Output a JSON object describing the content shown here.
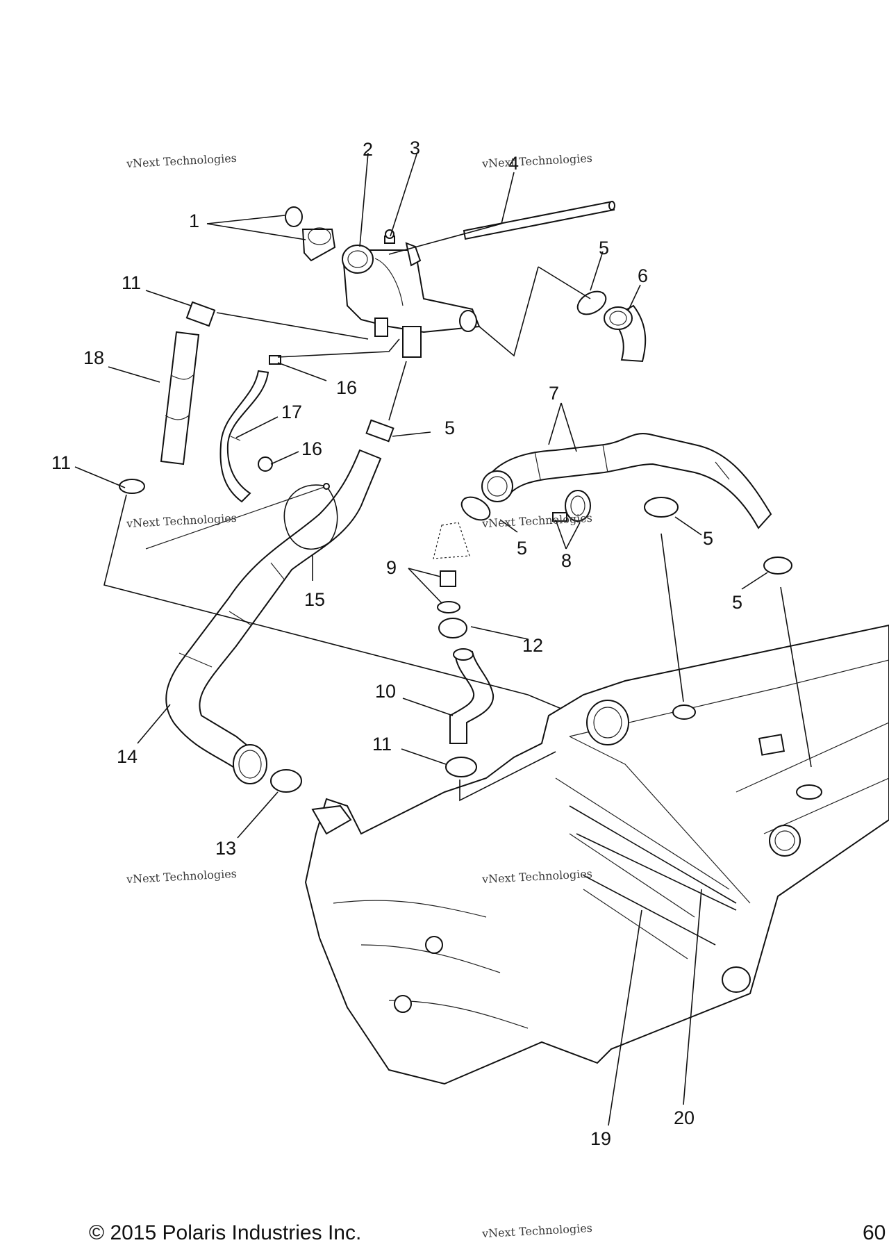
{
  "labels": [
    {
      "id": "1",
      "text": "1"
    },
    {
      "id": "2",
      "text": "2"
    },
    {
      "id": "3",
      "text": "3"
    },
    {
      "id": "4",
      "text": "4"
    },
    {
      "id": "5a",
      "text": "5"
    },
    {
      "id": "6",
      "text": "6"
    },
    {
      "id": "11a",
      "text": "11"
    },
    {
      "id": "18",
      "text": "18"
    },
    {
      "id": "16a",
      "text": "16"
    },
    {
      "id": "17",
      "text": "17"
    },
    {
      "id": "16b",
      "text": "16"
    },
    {
      "id": "5b",
      "text": "5"
    },
    {
      "id": "7",
      "text": "7"
    },
    {
      "id": "11b",
      "text": "11"
    },
    {
      "id": "5c",
      "text": "5"
    },
    {
      "id": "5d",
      "text": "5"
    },
    {
      "id": "8",
      "text": "8"
    },
    {
      "id": "9",
      "text": "9"
    },
    {
      "id": "15",
      "text": "15"
    },
    {
      "id": "5e",
      "text": "5"
    },
    {
      "id": "12",
      "text": "12"
    },
    {
      "id": "10",
      "text": "10"
    },
    {
      "id": "14",
      "text": "14"
    },
    {
      "id": "11c",
      "text": "11"
    },
    {
      "id": "13",
      "text": "13"
    },
    {
      "id": "19",
      "text": "19"
    },
    {
      "id": "20",
      "text": "20"
    }
  ],
  "footer": {
    "copyright": "© 2015 Polaris Industries Inc.",
    "page": "60"
  },
  "watermark": {
    "line1": "vNext Technologies",
    "line2": "Technologies",
    "line3": "vNext"
  }
}
